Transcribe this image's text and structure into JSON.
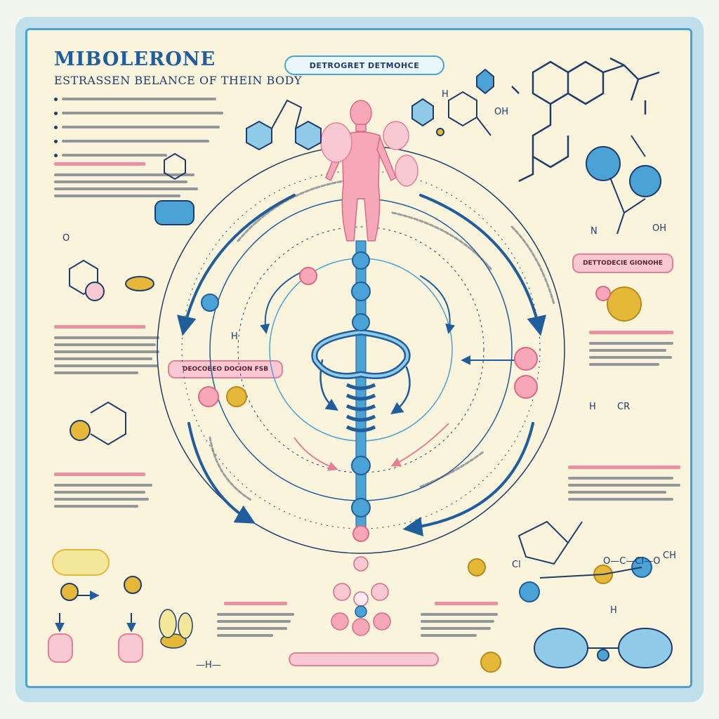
{
  "title": "MIBOLERONE",
  "subtitle": "ESTRASSEN BELANCE OF THEIN BODY",
  "top_banner": "DETROGRET DETMOHCE",
  "right_label": "DETTODECIE GIONOHE",
  "left_label": "DEOCOBEO DOCION FSB",
  "atom_labels": {
    "oh": "OH",
    "h": "H",
    "n": "N",
    "o": "O",
    "ch": "CH",
    "cl": "Cl",
    "o_c_ci_o": "O—C—CI—O",
    "cr": "CR",
    "h_dash": "—H—"
  },
  "colors": {
    "blue": "#4aa3d4",
    "dark_blue": "#1f5d9c",
    "pink": "#e57f97",
    "pink_fill": "#f8c9d2",
    "yellow": "#e6b83a",
    "ink": "#1f3d6a"
  },
  "icons": [
    "human-figure-icon",
    "caduceus-icon",
    "molecule-icon",
    "bee-icon",
    "arrow-icon"
  ]
}
